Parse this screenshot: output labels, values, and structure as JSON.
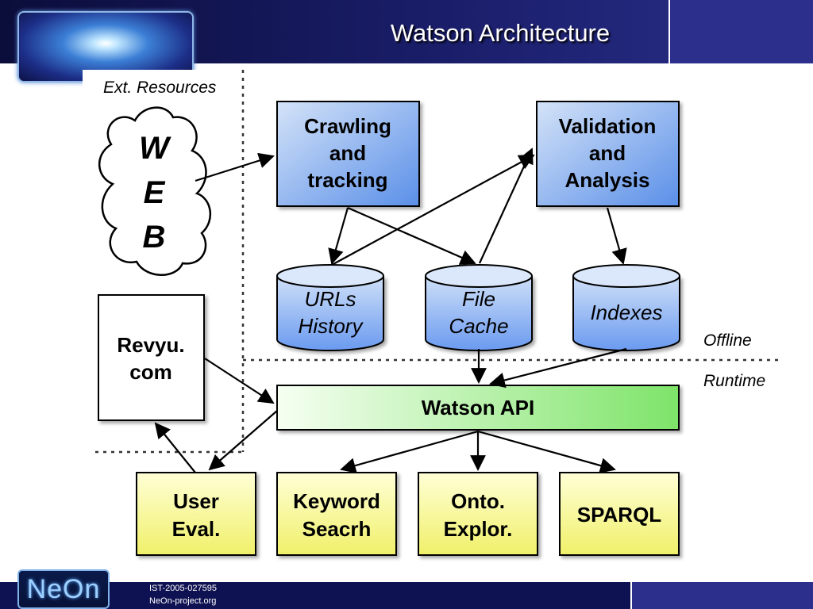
{
  "slide": {
    "title": "Watson Architecture"
  },
  "footer": {
    "logo": "NeOn",
    "line1": "IST-2005-027595",
    "line2": "NeOn-project.org"
  },
  "diagram": {
    "ext_resources_label": "Ext. Resources",
    "offline_label": "Offline",
    "runtime_label": "Runtime",
    "web": [
      "W",
      "E",
      "B"
    ],
    "crawling": [
      "Crawling",
      "and",
      "tracking"
    ],
    "validation": [
      "Validation",
      "and",
      "Analysis"
    ],
    "urls_history": [
      "URLs",
      "History"
    ],
    "file_cache": [
      "File",
      "Cache"
    ],
    "indexes": [
      "Indexes"
    ],
    "revyu": [
      "Revyu.",
      "com"
    ],
    "watson_api": "Watson API",
    "user_eval": [
      "User",
      "Eval."
    ],
    "keyword_search": [
      "Keyword",
      "Seacrh"
    ],
    "onto_explor": [
      "Onto.",
      "Explor."
    ],
    "sparql": [
      "SPARQL"
    ]
  },
  "colors": {
    "blue_box_top": "#c6d9f5",
    "blue_box_bottom": "#5f93ea",
    "green_bar_left": "#f4fff0",
    "green_bar_right": "#7fe36a",
    "yellow_box_top": "#ffffd0",
    "yellow_box_bottom": "#f2f26a"
  }
}
